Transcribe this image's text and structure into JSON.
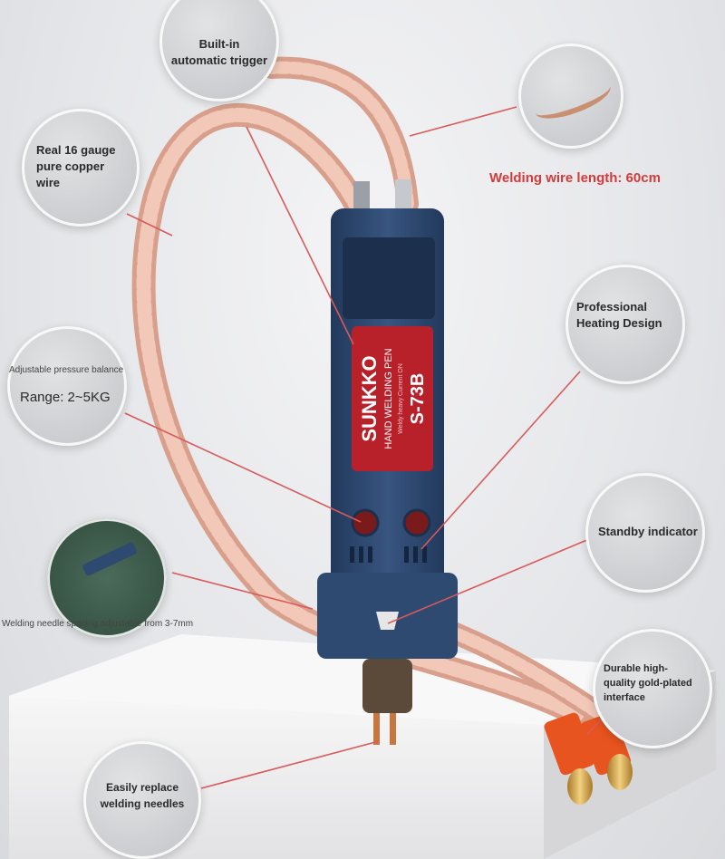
{
  "callouts": {
    "trigger": "Built-in\nautomatic trigger",
    "copper": "Real 16 gauge\npure copper\nwire",
    "wire_length": "Welding wire length: 60cm",
    "heating": "Professional\nHeating Design",
    "pressure": "Adjustable pressure balance",
    "range": "Range: 2~5KG",
    "standby": "Standby indicator",
    "spacing": "Welding needle spacing adjustable from 3-7mm",
    "gold": "Durable high-\nquality gold-plated\ninterface",
    "needles": "Easily replace\nwelding needles"
  },
  "device": {
    "brand": "SUNKKO",
    "model_text": "HAND WELDING PEN",
    "model_sub": "Weldy heavy Current ON",
    "model_code": "S-73B"
  },
  "colors": {
    "pen_body": "#2f4a70",
    "label_red": "#b8202a",
    "callout_line": "#d85a5a",
    "cable": "#e7b7a3",
    "connector": "#e8541f"
  }
}
